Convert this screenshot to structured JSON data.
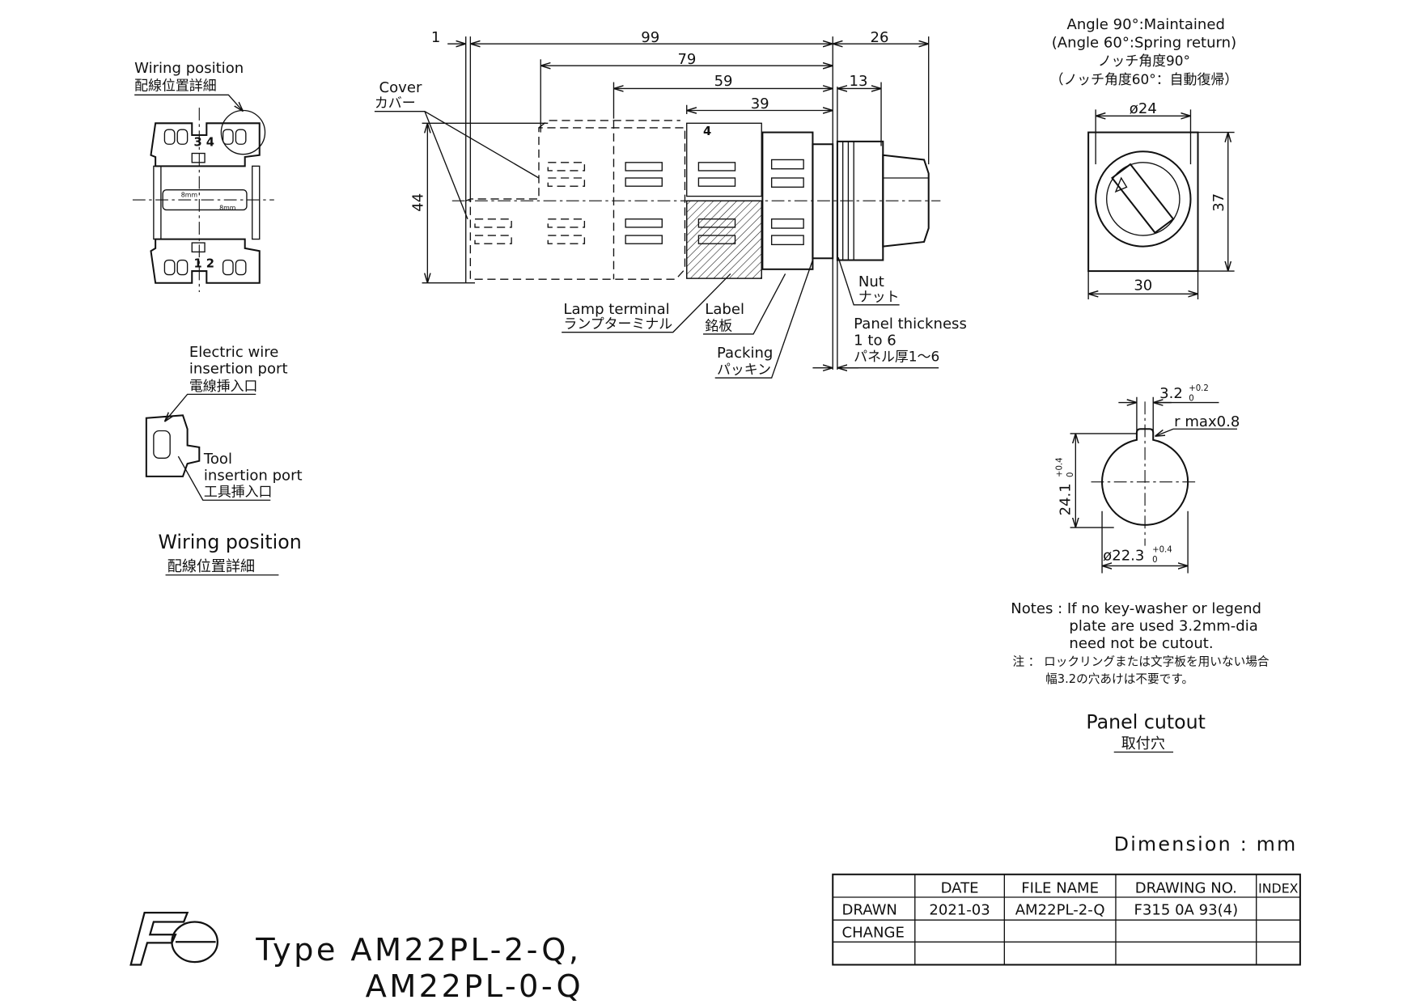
{
  "wiring_detail": {
    "title_en": "Wiring position",
    "title_jp": "配線位置詳細",
    "terminal_top": "3 4",
    "terminal_bottom": "1 2",
    "wire_label_1": "8mm",
    "wire_label_2": "8mm"
  },
  "insertion_detail": {
    "wire_port_en_1": "Electric wire",
    "wire_port_en_2": "insertion port",
    "wire_port_jp": "電線挿入口",
    "tool_port_en_1": "Tool",
    "tool_port_en_2": "insertion port",
    "tool_port_jp": "工具挿入口",
    "caption_en": "Wiring position",
    "caption_jp": "配線位置詳細"
  },
  "side_view": {
    "dims": {
      "d1": "1",
      "d99": "99",
      "d26": "26",
      "d79": "79",
      "d59": "59",
      "d13": "13",
      "d39": "39",
      "d44": "44",
      "terminal_4": "4"
    },
    "labels": {
      "cover_en": "Cover",
      "cover_jp": "カバー",
      "lamp_en": "Lamp terminal",
      "lamp_jp": "ランプターミナル",
      "label_en": "Label",
      "label_jp": "銘板",
      "packing_en": "Packing",
      "packing_jp": "パッキン",
      "nut_en": "Nut",
      "nut_jp": "ナット",
      "panel_en_1": "Panel thickness",
      "panel_en_2": "1 to 6",
      "panel_jp": "パネル厚1～6"
    }
  },
  "front_view": {
    "angle_1": "Angle 90°:Maintained",
    "angle_2": "(Angle 60°:Spring return)",
    "angle_jp_1": "ノッチ角度90°",
    "angle_jp_2": "（ノッチ角度60°：自動復帰）",
    "dia": "ø24",
    "height": "37",
    "width": "30"
  },
  "panel_cutout": {
    "key_width": "3.2",
    "key_tol_plus": "+0.2",
    "key_tol_minus": "0",
    "radius": "r max0.8",
    "height": "24.1",
    "height_tol_plus": "+0.4",
    "height_tol_minus": "0",
    "dia": "ø22.3",
    "dia_tol_plus": "+0.4",
    "dia_tol_minus": "0",
    "title_en": "Panel cutout",
    "title_jp": "取付穴"
  },
  "notes": {
    "en_1": "Notes : If no key-washer or legend",
    "en_2": "plate are used 3.2mm-dia",
    "en_3": "need not be cutout.",
    "jp_1": "注 ： ロックリングまたは文字板を用いない場合",
    "jp_2": "幅3.2の穴あけは不要です。"
  },
  "dimension_unit": "Dimension : mm",
  "title_block": {
    "headers": [
      "",
      "DATE",
      "FILE NAME",
      "DRAWING NO.",
      "INDEX"
    ],
    "rows": [
      [
        "DRAWN",
        "2021-03",
        "AM22PL-2-Q",
        "F315 0A 93(4)",
        ""
      ],
      [
        "CHANGE",
        "",
        "",
        "",
        ""
      ],
      [
        "",
        "",
        "",
        "",
        ""
      ]
    ]
  },
  "logo_text": "Fe",
  "type_line_1": "Type  AM22PL-2-Q,",
  "type_line_2": "AM22PL-0-Q"
}
